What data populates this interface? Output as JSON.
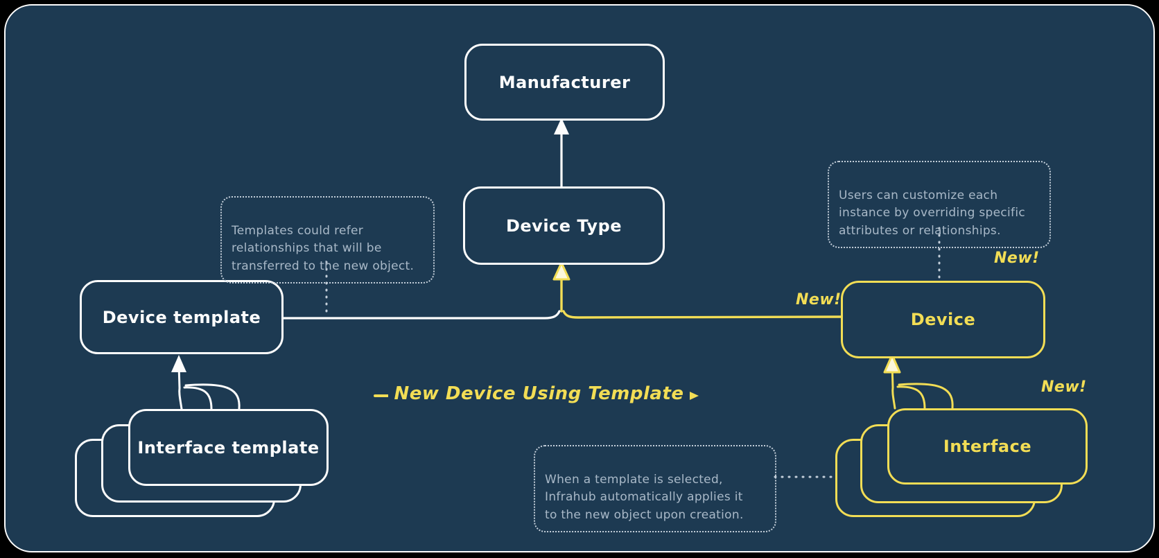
{
  "colors": {
    "background": "#1d3a52",
    "frame": "#000000",
    "ink_white": "#fdfdfd",
    "accent_yellow": "#f2dd55",
    "note_text": "#a9b9c8",
    "note_border": "#c4cfda"
  },
  "nodes": {
    "manufacturer": {
      "label": "Manufacturer"
    },
    "device_type": {
      "label": "Device Type"
    },
    "device_template": {
      "label": "Device template"
    },
    "interface_template": {
      "label": "Interface template"
    },
    "device": {
      "label": "Device",
      "badge": "New!"
    },
    "interface": {
      "label": "Interface",
      "badge": "New!"
    }
  },
  "flow": {
    "label": "New Device Using Template",
    "badge": "New!"
  },
  "notes": [
    {
      "text": "Templates could refer\nrelationships that will be\ntransferred to the new object."
    },
    {
      "text": "Users can customize each\ninstance by overriding specific\nattributes or relationships."
    },
    {
      "text": "When a template is selected,\nInfrahub automatically applies it\nto the new object upon creation."
    }
  ]
}
